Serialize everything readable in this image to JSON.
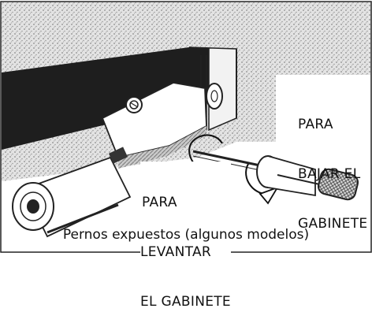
{
  "labels": {
    "lower_line1": "PARA",
    "lower_line2": "BAJAR EL",
    "lower_line3": "GABINETE",
    "raise_line1": "PARA",
    "raise_line2": "LEVANTAR",
    "raise_line3": "EL GABINETE"
  },
  "caption": "Pernos expuestos (algunos modelos)"
}
